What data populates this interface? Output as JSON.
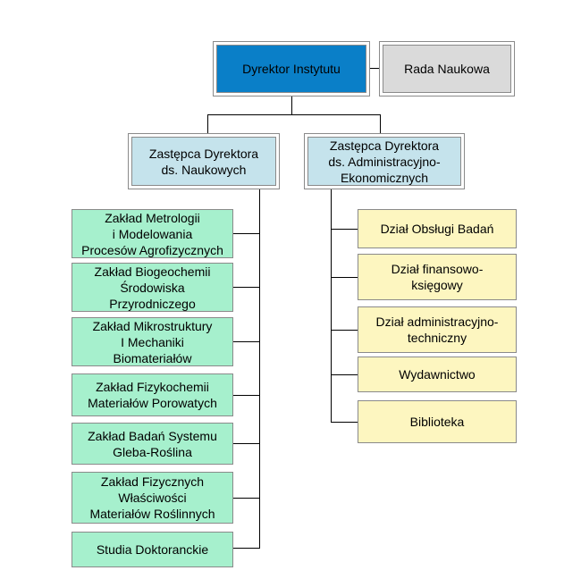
{
  "top": {
    "director": "Dyrektor Instytutu",
    "council": "Rada Naukowa"
  },
  "deputies": {
    "science": "Zastępca Dyrektora\nds. Naukowych",
    "admin": "Zastępca Dyrektora\nds. Administracyjno-\nEkonomicznych"
  },
  "departments": [
    "Zakład Metrologii\ni Modelowania\nProcesów Agrofizycznych",
    "Zakład Biogeochemii\nŚrodowiska\nPrzyrodniczego",
    "Zakład Mikrostruktury\nI Mechaniki\nBiomateriałów",
    "Zakład Fizykochemii\nMateriałów Porowatych",
    "Zakład Badań Systemu\nGleba-Roślina",
    "Zakład Fizycznych\nWłaściwości\nMateriałów Roślinnych",
    "Studia Doktoranckie"
  ],
  "admin_units": [
    "Dział Obsługi Badań",
    "Dział finansowo-\nksięgowy",
    "Dział administracyjno-\ntechniczny",
    "Wydawnictwo",
    "Biblioteka"
  ]
}
